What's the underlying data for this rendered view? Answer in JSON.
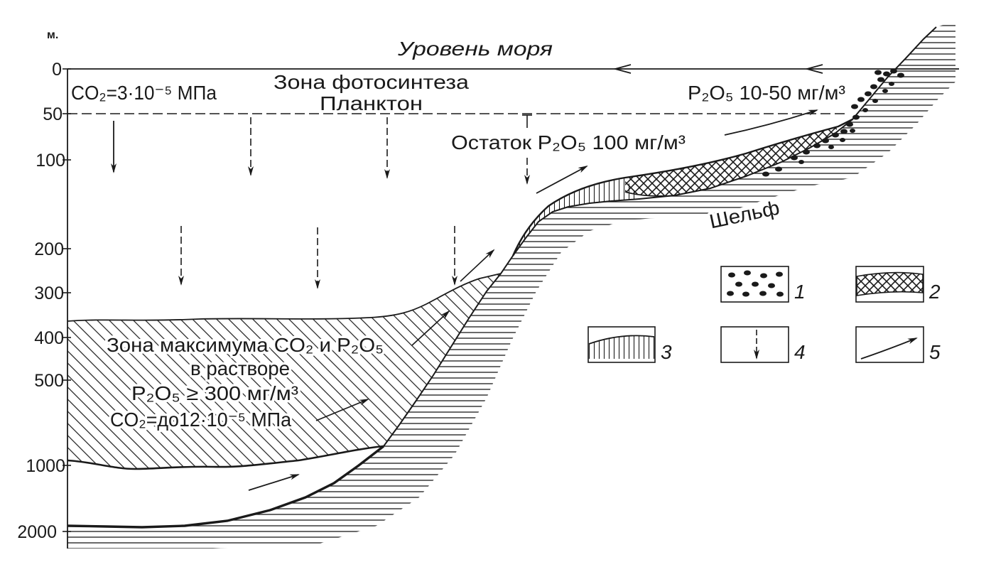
{
  "colors": {
    "ink": "#1a1a1a",
    "paper": "#ffffff"
  },
  "diagram": {
    "unit_label": "м.",
    "sea_level": "Уровень моря",
    "depth_ticks": [
      "0",
      "50",
      "100",
      "200",
      "300",
      "400",
      "500",
      "1000",
      "2000"
    ],
    "labels": {
      "co2_surface": "CO₂=3·10⁻⁵ МПа",
      "photosynthesis_zone": "Зона фотосинтеза",
      "plankton": "Планктон",
      "p2o5_surface": "P₂O₅ 10-50 мг/м³",
      "p2o5_residual": "Остаток P₂O₅ 100 мг/м³",
      "shelf": "Шельф",
      "max_zone_line1": "Зона максимума CO₂ и P₂O₅",
      "max_zone_line2": "в растворе",
      "max_zone_line3": "P₂O₅ ≥ 300 мг/м³",
      "max_zone_line4": "CO₂=до12·10⁻⁵ МПа"
    },
    "legend": [
      "1",
      "2",
      "3",
      "4",
      "5"
    ]
  }
}
